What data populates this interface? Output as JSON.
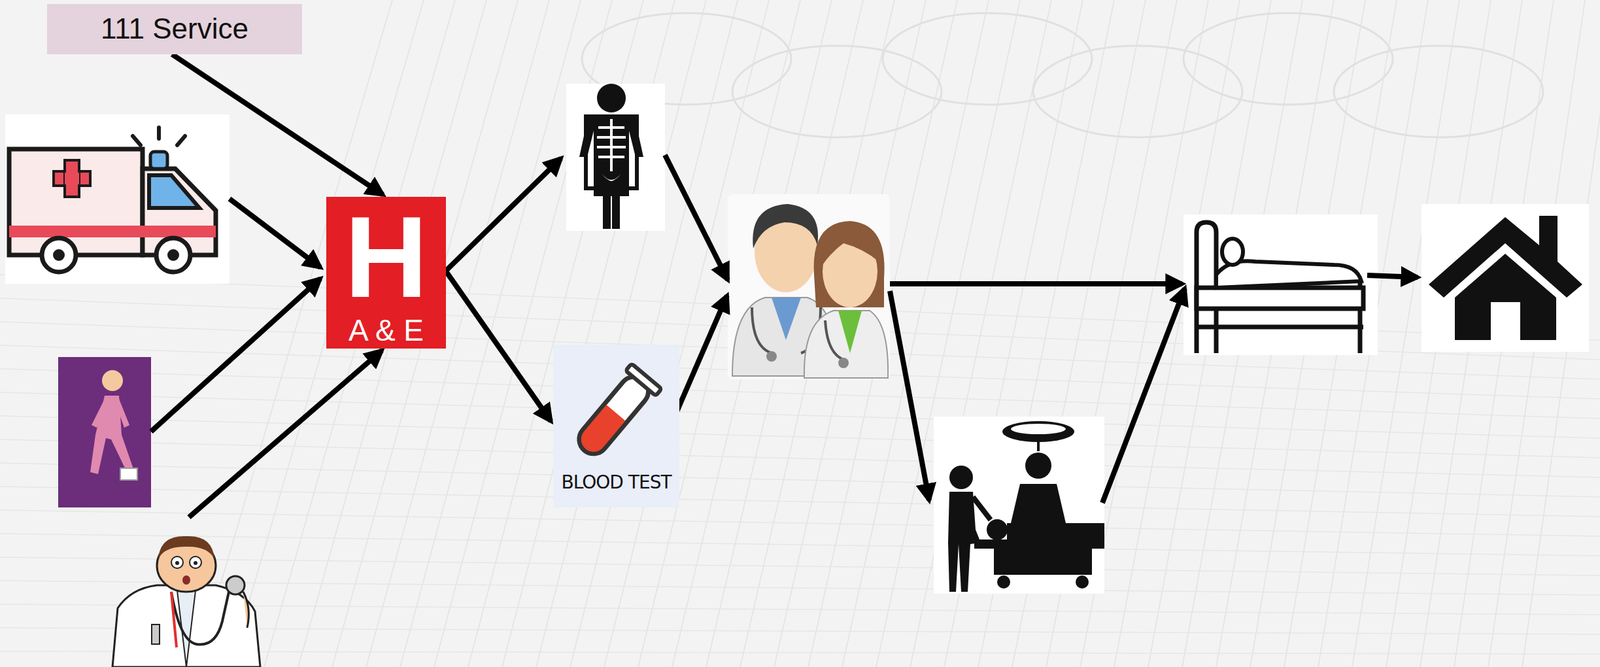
{
  "diagram": {
    "nodes": [
      {
        "text": [
          "111 Service"
        ]
      },
      {
        "text": [
          "H",
          "A & E"
        ]
      },
      {
        "text": [
          "BLOOD TEST"
        ]
      }
    ],
    "edges": [
      {
        "from": 0,
        "to": 1,
        "arrow": "to"
      },
      {
        "from": 1,
        "to": 2,
        "arrow": "to"
      }
    ]
  }
}
